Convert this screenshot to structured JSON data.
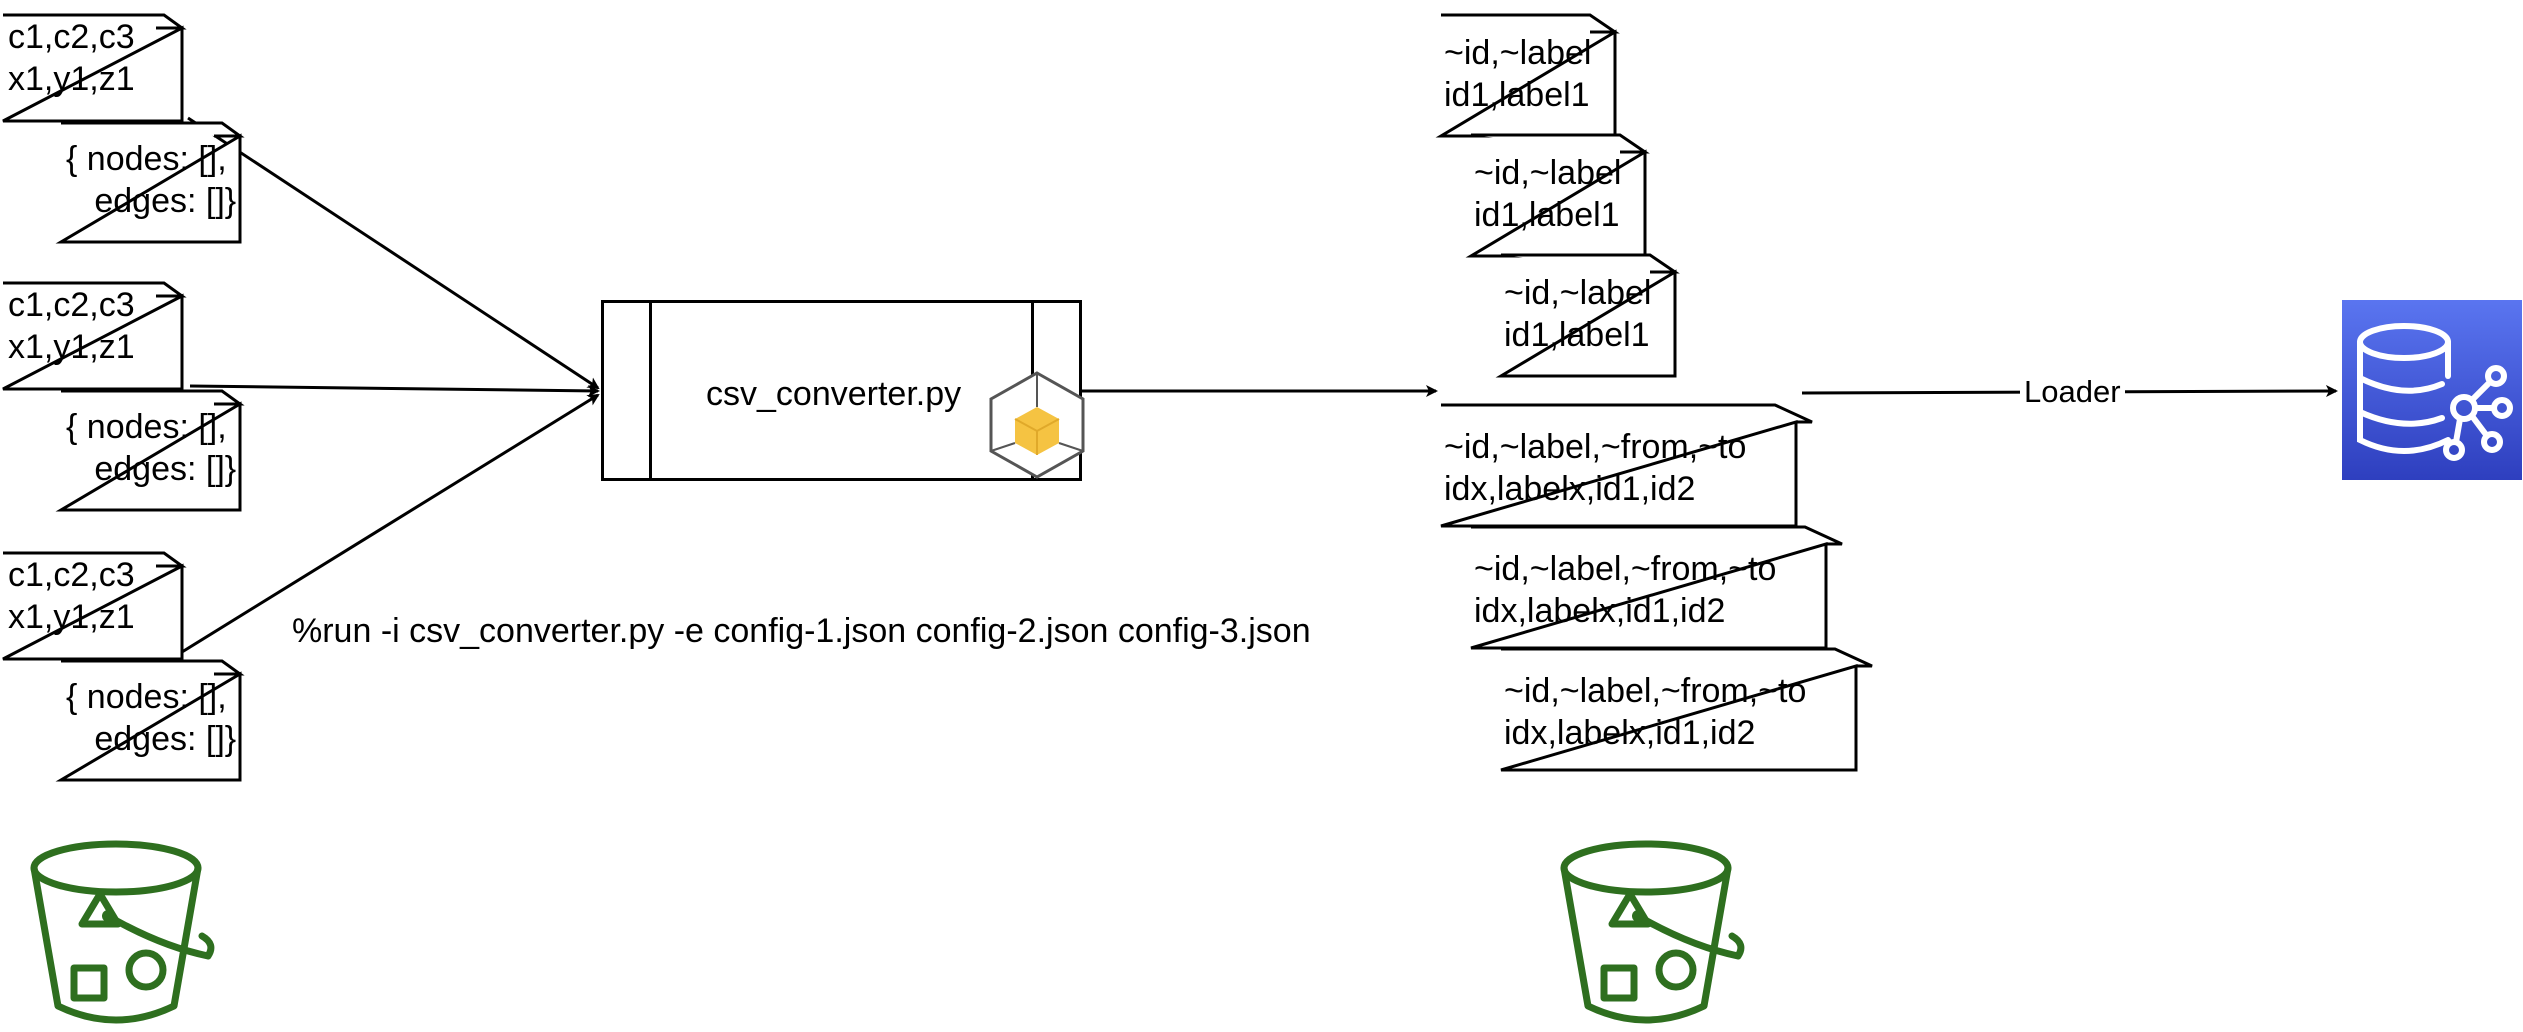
{
  "source_files": [
    {
      "header": "c1,c2,c3",
      "row": "x1,y1,z1",
      "config_line1": "{ nodes: [],",
      "config_line2": "   edges: []}"
    },
    {
      "header": "c1,c2,c3",
      "row": "x1,y1,z1",
      "config_line1": "{ nodes: [],",
      "config_line2": "   edges: []}"
    },
    {
      "header": "c1,c2,c3",
      "row": "x1,y1,z1",
      "config_line1": "{ nodes: [],",
      "config_line2": "   edges: []}"
    }
  ],
  "converter": {
    "label": "csv_converter.py"
  },
  "command": "%run -i csv_converter.py -e config-1.json config-2.json config-3.json",
  "node_files": [
    {
      "header": "~id,~label",
      "row": "id1,label1"
    },
    {
      "header": "~id,~label",
      "row": "id1,label1"
    },
    {
      "header": "~id,~label",
      "row": "id1,label1"
    }
  ],
  "edge_files": [
    {
      "header": "~id,~label,~from,~to",
      "row": "idx,labelx,id1,id2"
    },
    {
      "header": "~id,~label,~from,~to",
      "row": "idx,labelx,id1,id2"
    },
    {
      "header": "~id,~label,~from,~to",
      "row": "idx,labelx,id1,id2"
    }
  ],
  "loader": {
    "label": "Loader"
  },
  "icons": {
    "source_bucket": "s3-bucket-icon",
    "output_bucket": "s3-bucket-icon",
    "lambda": "lambda-function-icon",
    "database": "neptune-graph-database-icon"
  },
  "colors": {
    "bucket": "#2e6f1f",
    "database_top": "#5a75f0",
    "database_bottom": "#2e3fbf",
    "lambda": "#f5c342"
  }
}
